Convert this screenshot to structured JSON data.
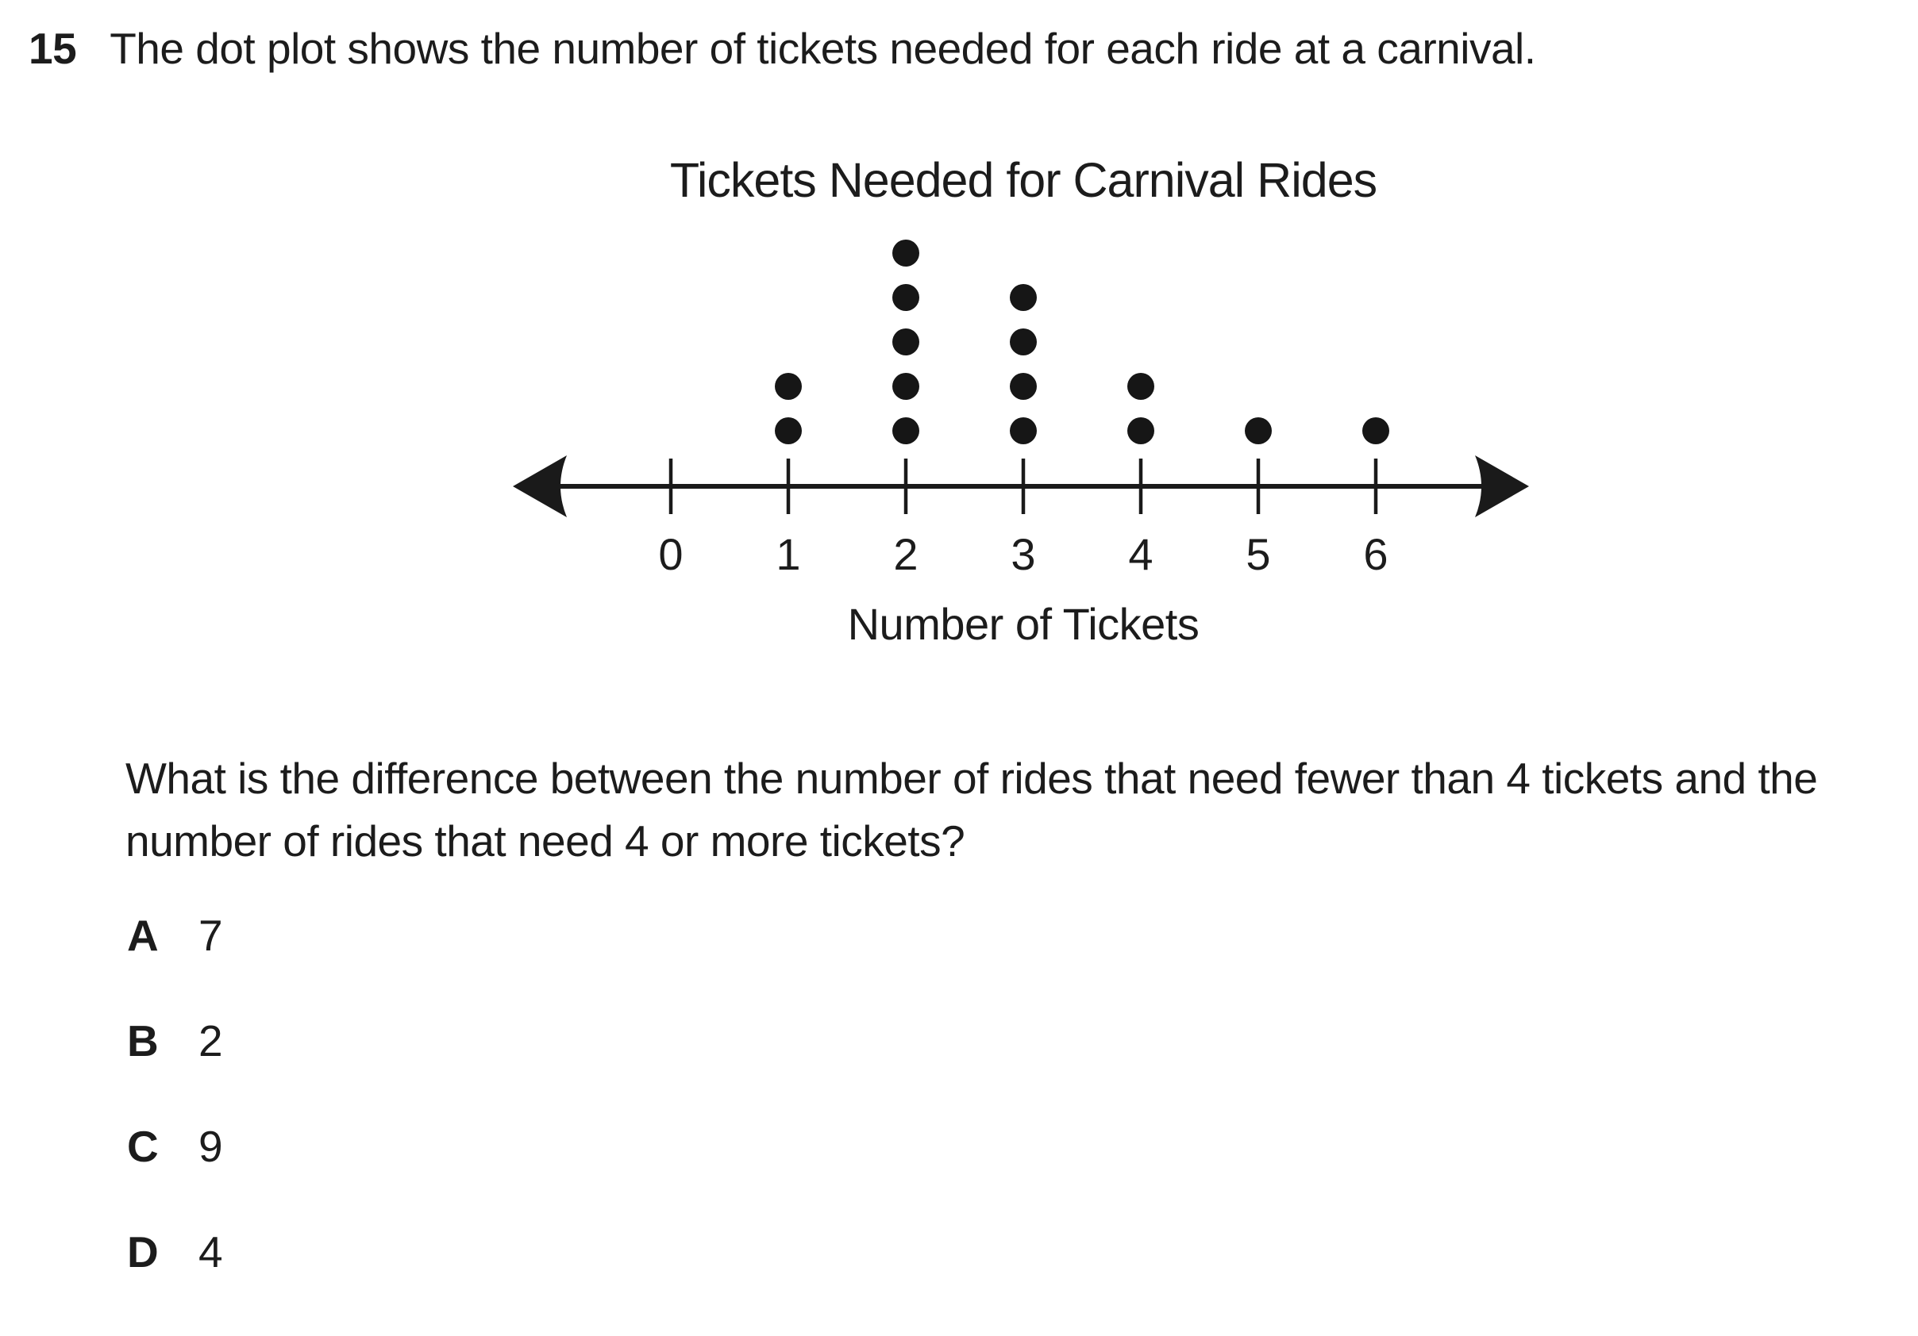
{
  "question": {
    "number": "15",
    "prompt": "The dot plot shows the number of tickets needed for each ride at a carnival.",
    "question_text": "What is the difference between the number of rides that need fewer than 4 tickets and the number of rides that need 4 or more tickets?"
  },
  "chart_data": {
    "type": "dot_plot",
    "title": "Tickets Needed for Carnival Rides",
    "xlabel": "Number of Tickets",
    "categories": [
      "0",
      "1",
      "2",
      "3",
      "4",
      "5",
      "6"
    ],
    "counts": [
      0,
      2,
      5,
      4,
      2,
      1,
      1
    ],
    "x_range": [
      0,
      6
    ],
    "axis_arrows": "both"
  },
  "choices": [
    {
      "letter": "A",
      "value": "7"
    },
    {
      "letter": "B",
      "value": "2"
    },
    {
      "letter": "C",
      "value": "9"
    },
    {
      "letter": "D",
      "value": "4"
    }
  ],
  "colors": {
    "text": "#1c1c1c",
    "dot": "#161616",
    "axis": "#1a1a1a",
    "background": "#ffffff"
  }
}
